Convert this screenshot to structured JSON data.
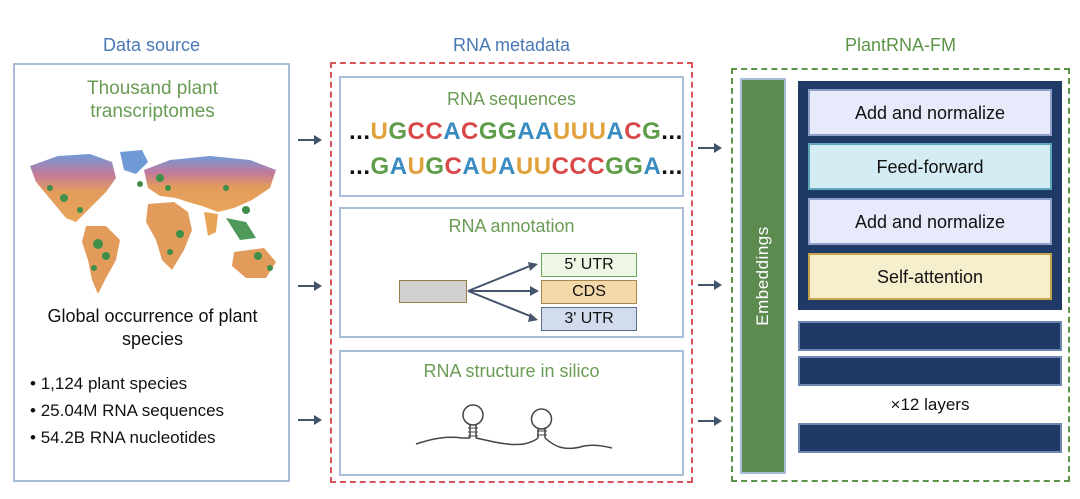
{
  "columns": {
    "data_source_title": "Data source",
    "rna_metadata_title": "RNA metadata",
    "model_title": "PlantRNA-FM"
  },
  "data_source": {
    "heading": "Thousand plant transcriptomes",
    "map_caption": "Global occurrence of plant species",
    "stats": [
      "1,124 plant species",
      "25.04M RNA sequences",
      "54.2B RNA nucleotides"
    ]
  },
  "rna_metadata": {
    "sequences_title": "RNA sequences",
    "sequence_lines": [
      "...UGCCACGGAAUUUACG...",
      "...GAUGCAUAUUCCCGGA..."
    ],
    "annotation_title": "RNA annotation",
    "annotation_labels": [
      "5' UTR",
      "CDS",
      "3' UTR"
    ],
    "structure_title": "RNA structure in silico"
  },
  "model": {
    "embeddings_label": "Embeddings",
    "transformer_blocks": [
      "Add and normalize",
      "Feed-forward",
      "Add and normalize",
      "Self-attention"
    ],
    "layers_label": "×12 layers"
  },
  "colors": {
    "panel_border": "#a9bcd9",
    "mid_dashed": "#d9535a",
    "right_dashed": "#5c9448",
    "embeddings_fill": "#5d8b4f",
    "transformer_fill": "#1f3a66",
    "nucleotide_U": "#e2a23b",
    "nucleotide_G": "#5f9d4a",
    "nucleotide_C": "#d94848",
    "nucleotide_A": "#3a8cc0"
  }
}
